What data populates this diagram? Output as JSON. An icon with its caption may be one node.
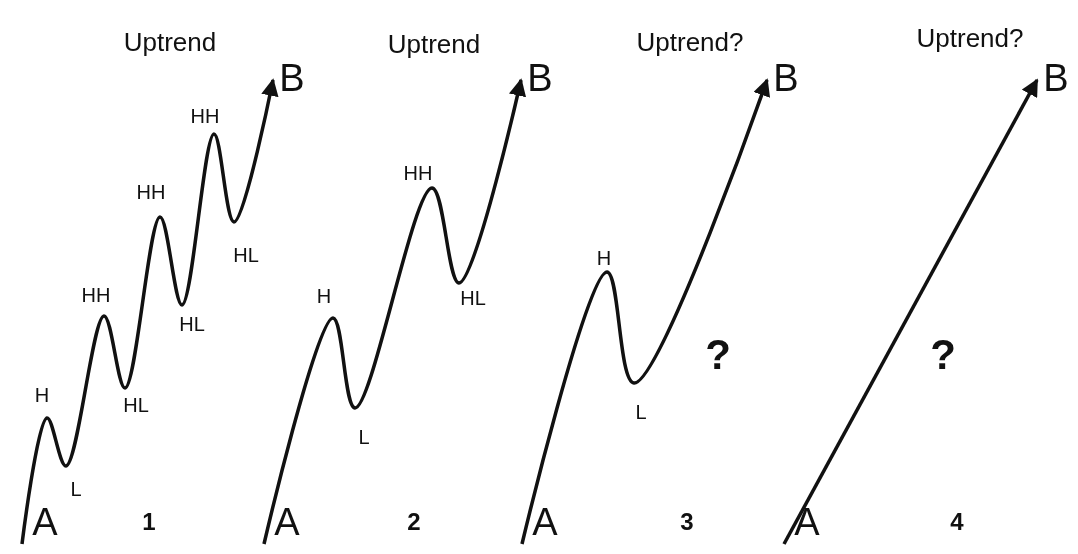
{
  "diagram": {
    "nodes": [
      {
        "text": [
          "A"
        ]
      },
      {
        "text": [
          "B"
        ]
      },
      {
        "text": [
          "A"
        ]
      },
      {
        "text": [
          "B"
        ]
      },
      {
        "text": [
          "A"
        ]
      },
      {
        "text": [
          "B"
        ]
      },
      {
        "text": [
          "A"
        ]
      },
      {
        "text": [
          "B"
        ]
      }
    ],
    "edges": [
      {
        "from": 0,
        "to": 1,
        "arrow": "to"
      },
      {
        "from": 2,
        "to": 3,
        "arrow": "to"
      },
      {
        "from": 4,
        "to": 5,
        "arrow": "to"
      },
      {
        "from": 6,
        "to": 7,
        "arrow": "to"
      }
    ],
    "labels": [
      "Uptrend",
      "HH",
      "HH",
      "HL",
      "HH",
      "HL",
      "HL",
      "H",
      "L",
      "1",
      "Uptrend",
      "HH",
      "HL",
      "H",
      "L",
      "2",
      "Uptrend?",
      "H",
      "?",
      "L",
      "3",
      "Uptrend?",
      "?",
      "4"
    ]
  }
}
